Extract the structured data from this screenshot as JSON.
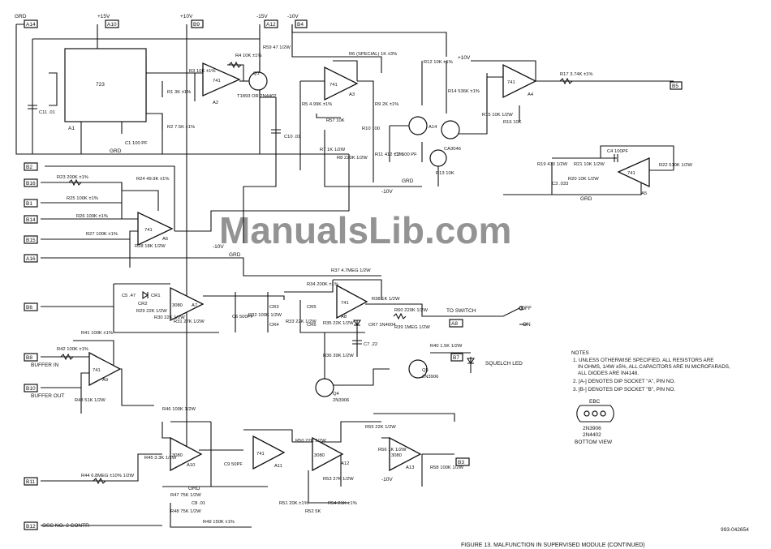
{
  "document": {
    "figure_number": "993-042654",
    "watermark": "ManualsLib.com",
    "caption": "FIGURE 13. MALFUNCTION IN SUPERVISED MODULE (CONTINUED)"
  },
  "supplies": {
    "p15": "+15V",
    "p10a": "+10V",
    "m15": "-15V",
    "m10": "-10V",
    "p10b": "+10V",
    "m10b": "-10V",
    "m10c": "-10V",
    "m10d": "-10V",
    "grd": "GRD"
  },
  "pins": {
    "A14": "A14",
    "A10": "A10",
    "B9": "B9",
    "A12": "A12",
    "B4": "B4",
    "B5": "B5",
    "B2": "B2",
    "B16": "B16",
    "B1": "B1",
    "B14": "B14",
    "B15": "B15",
    "A16": "A16",
    "B6": "B6",
    "B8": "B8",
    "B10": "B10",
    "B11": "B11",
    "B12": "B12",
    "B7": "B7",
    "A8": "A8",
    "B3": "B3"
  },
  "ics": {
    "a1": "723",
    "a2": "741",
    "a3": "741",
    "a4": "741",
    "a5": "741",
    "a6": "741",
    "a7": "3080",
    "a8": "741",
    "a9": "741",
    "a10": "3080",
    "a11": "741",
    "a12": "3080",
    "a13": "3080",
    "a14": "CA3046",
    "a1_ref": "A1",
    "a2_ref": "A2",
    "a3_ref": "A3",
    "a4_ref": "A4",
    "a5_ref": "A5",
    "a6_ref": "A6",
    "a7_ref": "A7",
    "a8_ref": "A8",
    "a9_ref": "A9",
    "a10_ref": "A10",
    "a11_ref": "A11",
    "a12_ref": "A12",
    "a13_ref": "A13",
    "a14_ref": "A14"
  },
  "transistors": {
    "q1": "Q1",
    "q1_part": "T1893 OR 2N4402",
    "q4": "Q4",
    "q4_part": "2N3906",
    "q5": "Q5",
    "q5_part": "2N3906"
  },
  "resistors": {
    "r1": "R1 3K ±1%",
    "r2": "R2 7.5K ±1%",
    "r3": "R3 10K ±1%",
    "r4": "R4 10K ±1%",
    "r59": "R59 47 1/2W",
    "r5": "R5 4.99K ±1%",
    "r6": "R6 (SPECIAL) 1K ±3%",
    "r7": "R7 1K 1/2W",
    "r8": "R8 220K 1/2W",
    "r9": "R9 2K ±1%",
    "r10": "R10 100",
    "r11": "R11 412 ±1%",
    "r12": "R12 10K ±1%",
    "r13": "R13 10K",
    "r14": "R14 536K ±1%",
    "r15": "R15 10K 1/2W",
    "r16": "R16 10K",
    "r17": "R17 3.74K ±1%",
    "r19": "R19 470 1/2W",
    "r20": "R20 10K 1/2W",
    "r21": "R21 10K 1/2W",
    "r22": "R22 510K 1/2W",
    "r23": "R23 200K ±1%",
    "r24": "R24 49.9K ±1%",
    "r25": "R25 100K ±1%",
    "r26": "R26 100K ±1%",
    "r27": "R27 100K ±1%",
    "r28": "R28 18K 1/2W",
    "r29": "R29 22K 1/2W",
    "r30": "R30 22K 1/2W",
    "r31": "R31 27K 1/2W",
    "r32": "R32 100K 1/2W",
    "r33": "R33 22K 1/2W",
    "r34": "R34 200K ±1%",
    "r35": "R35 22K 1/2W",
    "r36": "R36 39K 1/2W",
    "r37": "R37 4.7MEG 1/2W",
    "r38": "R38 1K 1/2W",
    "r39": "R39 1MEG 1/2W",
    "r40": "R40 1.5K 1/2W",
    "r41": "R41 100K ±1%",
    "r42": "R42 100K ±1%",
    "r43": "R43 51K 1/2W",
    "r44": "R44 6.8MEG ±10% 1/2W",
    "r45": "R45 3.3K 1/2W",
    "r46": "R46 100K 1/2W",
    "r47": "R47 75K 1/2W",
    "r48": "R48 75K 1/2W",
    "r49": "R49 150K ±1%",
    "r50": "R50 22K 1/2W",
    "r51": "R51 20K ±1%",
    "r52": "R52 5K",
    "r53": "R53 27K 1/2W",
    "r54": "R54 21K ±1%",
    "r55": "R55 22K 1/2W",
    "r56": "R56 1K 1/2W",
    "r57": "R57 10K",
    "r58": "R58 100K 1/2W",
    "r60": "R60 220K 1/2W"
  },
  "capacitors": {
    "c1": "C1 100 PF",
    "c2": "C2 500 PF",
    "c3": "C3 .033",
    "c4": "C4 100PF",
    "c5": "C5 .47",
    "c6": "C6 500PF",
    "c7": "C7 .22",
    "c8": "C8 .01",
    "c9": "C9 50PF",
    "c10": "C10 .01",
    "c11": "C11 .01"
  },
  "diodes": {
    "cr1": "CR1",
    "cr2": "CR2",
    "cr3": "CR3",
    "cr4": "CR4",
    "cr5": "CR5",
    "cr6": "CR6",
    "cr7": "CR7 1N4004"
  },
  "labels": {
    "buffer_in": "BUFFER IN",
    "buffer_out": "BUFFER OUT",
    "to_switch": "TO SWITCH",
    "off": "OFF",
    "on": "ON",
    "squelch_led": "SQUELCH LED",
    "osc_contr": "OSC NO. 2 CONTR",
    "ebc": "EBC",
    "pkg_a": "2N3906",
    "pkg_b": "2N4402",
    "bottom_view": "BOTTOM VIEW"
  },
  "notes": {
    "title": "NOTES",
    "n1a": "1. UNLESS OTHERWISE SPECIFIED, ALL RESISTORS ARE",
    "n1b": "IN OHMS, 1/4W ±5%, ALL CAPACITORS ARE IN MICROFARADS,",
    "n1c": "ALL DIODES ARE IN4148.",
    "n2": "2. [A-] DENOTES DIP SOCKET \"A\", PIN NO.",
    "n3": "3. [B-] DENOTES DIP SOCKET \"B\", PIN NO."
  }
}
